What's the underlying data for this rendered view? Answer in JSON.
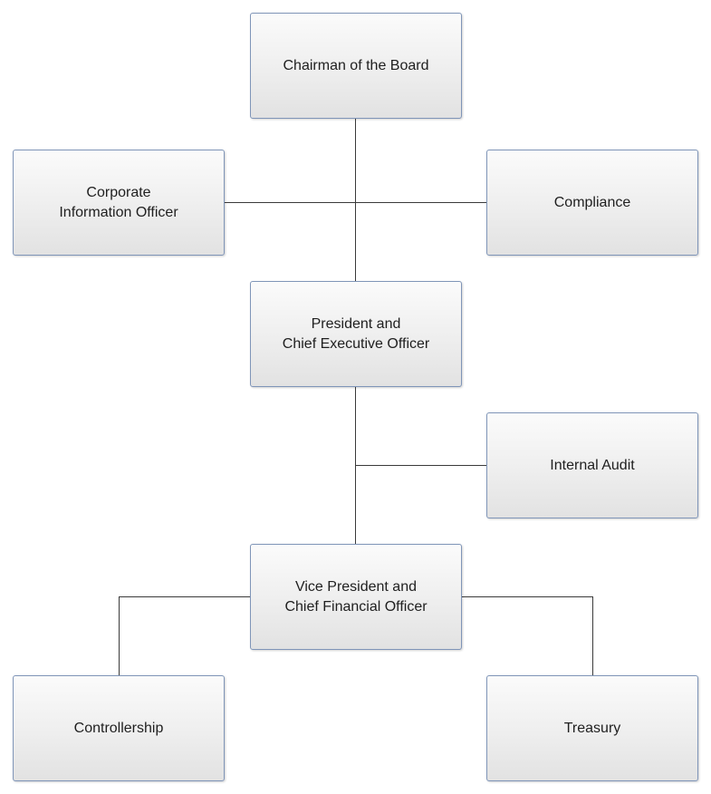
{
  "org_chart": {
    "nodes": {
      "chairman": "Chairman of the Board",
      "cio": "Corporate\nInformation Officer",
      "compliance": "Compliance",
      "president": "President and\nChief Executive Officer",
      "internal_audit": "Internal Audit",
      "vp_cfo": "Vice President and\nChief Financial Officer",
      "controllership": "Controllership",
      "treasury": "Treasury"
    },
    "colors": {
      "box_border": "#7f95b8",
      "connector": "#3a3a3a",
      "box_fill_top": "#fbfbfb",
      "box_fill_bottom": "#e2e2e2"
    }
  }
}
